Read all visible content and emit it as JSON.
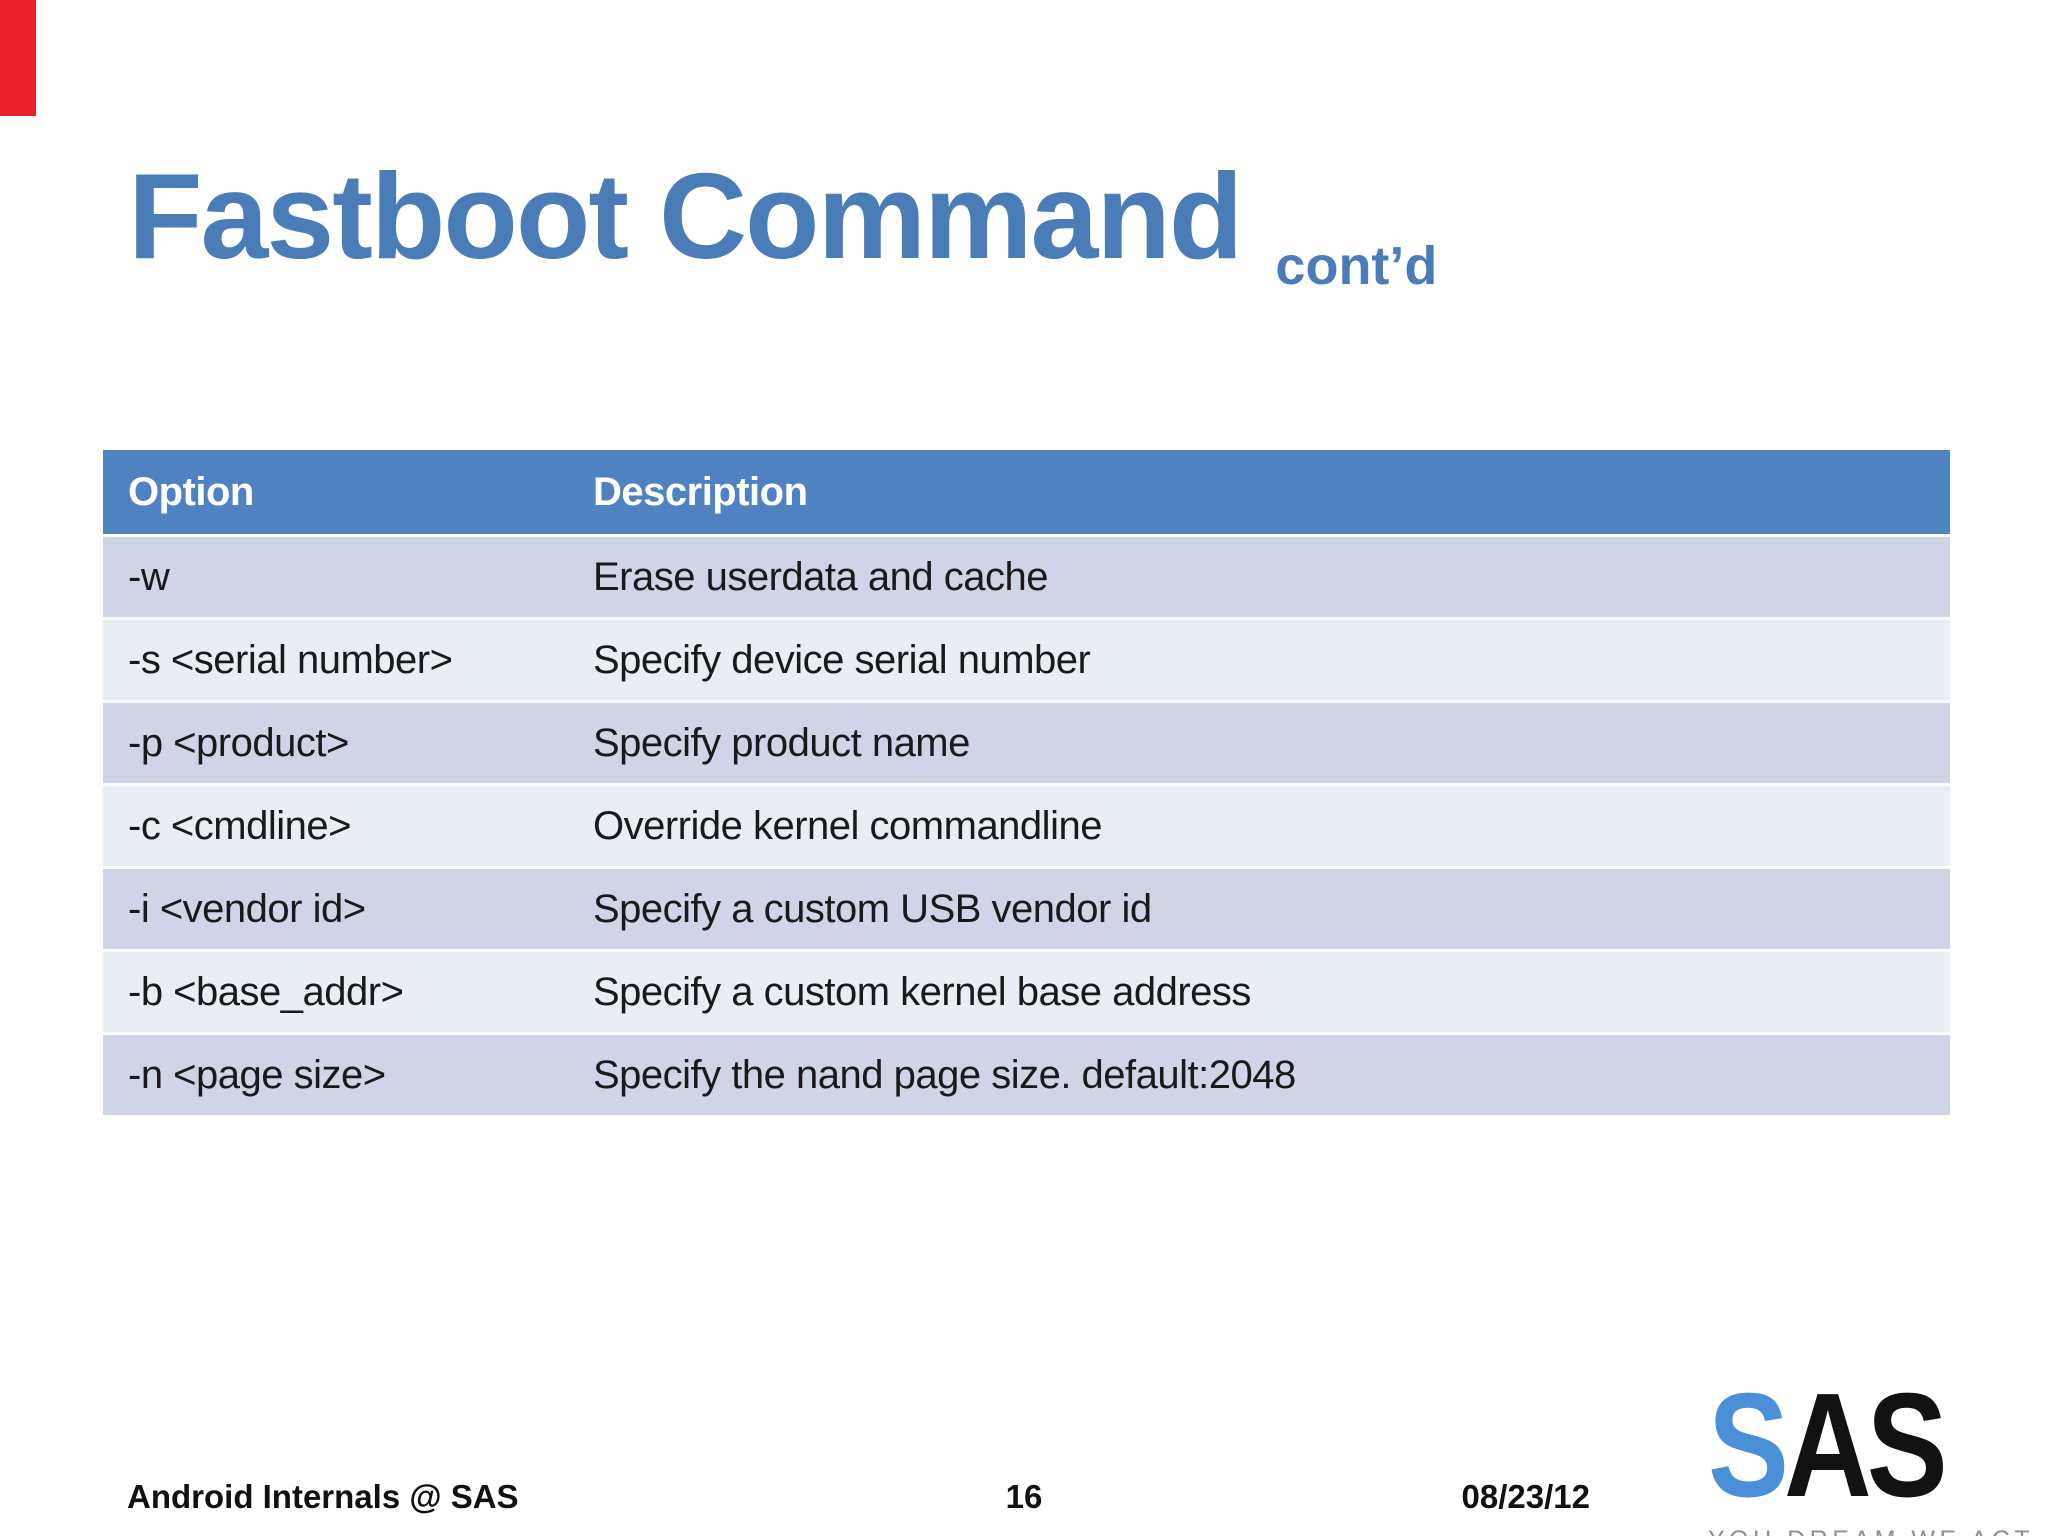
{
  "slide": {
    "title": "Fastboot Command",
    "title_suffix": "cont’d",
    "title_color": "#4a7cb8",
    "red_bar_color": "#e8212b"
  },
  "table": {
    "header_bg": "#4f82c1",
    "row_band_dark": "#cfd5e7",
    "row_band_light": "#e9edf4",
    "headers": [
      "Option",
      "Description"
    ],
    "rows": [
      {
        "option": "-w",
        "description": "Erase userdata and cache"
      },
      {
        "option": "-s <serial number>",
        "description": "Specify device serial number"
      },
      {
        "option": "-p <product>",
        "description": "Specify product name"
      },
      {
        "option": "-c <cmdline>",
        "description": "Override kernel commandline"
      },
      {
        "option": "-i <vendor id>",
        "description": "Specify a custom USB vendor id"
      },
      {
        "option": "-b <base_addr>",
        "description": "Specify a custom kernel base address"
      },
      {
        "option": "-n <page size>",
        "description": "Specify the nand page size. default:2048"
      }
    ]
  },
  "footer": {
    "left_text": "Android Internals @ SAS",
    "page_number": "16",
    "date": "08/23/12"
  },
  "logo": {
    "letter_blue": "S",
    "letters_black": "AS",
    "tagline": "YOU DREAM WE ACT",
    "blue": "#4a90d9"
  }
}
